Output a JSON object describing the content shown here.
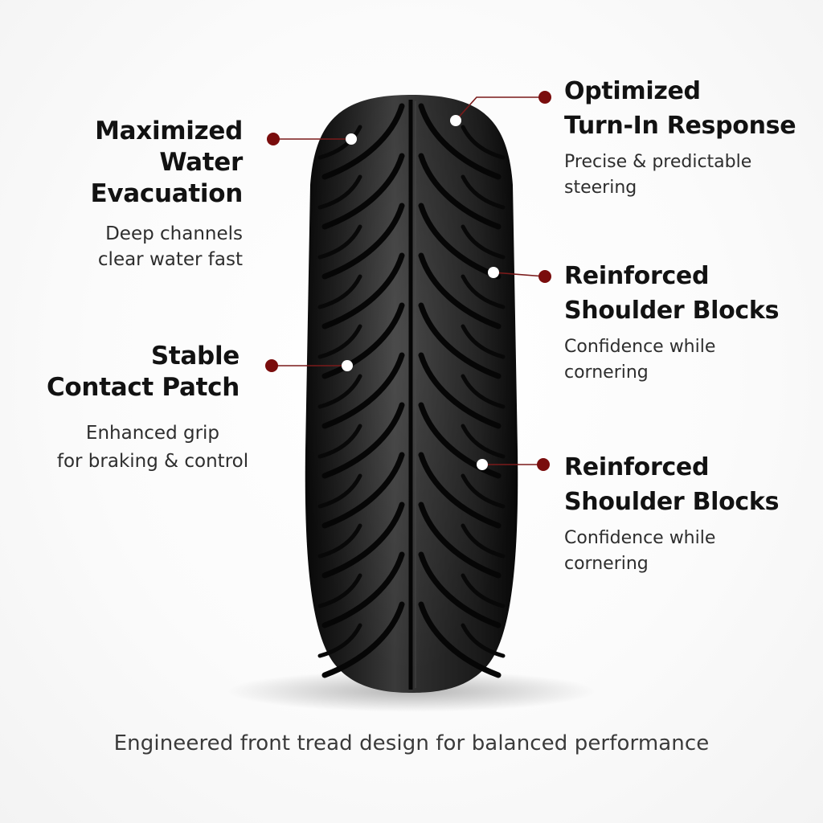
{
  "callouts": {
    "water": {
      "title": [
        "Maximized",
        "Water",
        "Evacuation"
      ],
      "desc": [
        "Deep channels",
        "clear water fast"
      ]
    },
    "patch": {
      "title": [
        "Stable",
        "Contact Patch"
      ],
      "desc": [
        "Enhanced grip",
        "for braking & control"
      ]
    },
    "turnin": {
      "title": [
        "Optimized",
        "Turn-In Response"
      ],
      "desc": [
        "Precise & predictable",
        "steering"
      ]
    },
    "shoulder1": {
      "title": [
        "Reinforced",
        "Shoulder Blocks"
      ],
      "desc": [
        "Confidence while",
        "cornering"
      ]
    },
    "shoulder2": {
      "title": [
        "Reinforced",
        "Shoulder Blocks"
      ],
      "desc": [
        "Confidence while",
        "cornering"
      ]
    }
  },
  "footer": {
    "caption": "Engineered front tread design for balanced performance"
  },
  "colors": {
    "marker": "#7a0d0d",
    "leader": "#7a1a1a",
    "anchor": "#ffffff",
    "tire": "#141414"
  }
}
